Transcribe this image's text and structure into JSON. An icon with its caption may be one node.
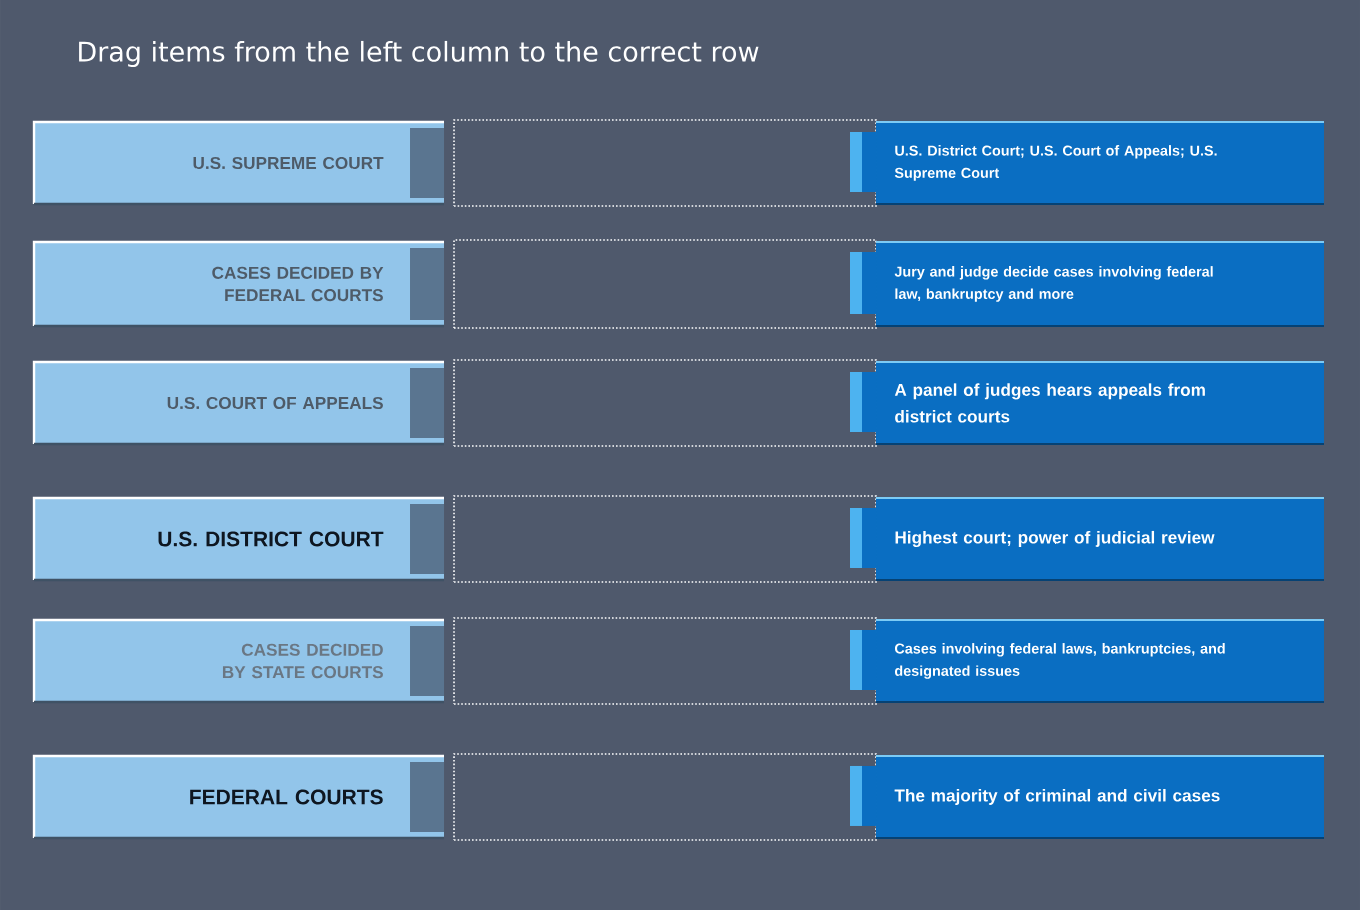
{
  "diagram": {
    "title": "Drag items from the left column to the correct row",
    "nodes": [
      {
        "text": [
          "U.S. SUPREME COURT"
        ]
      },
      {
        "text": [],
        "shape": "box"
      },
      {
        "text": [
          "U.S. District Court; U.S. Court of Appeals; U.S. Supreme Court"
        ]
      },
      {
        "text": [
          "CASES DECIDED BY FEDERAL COURTS"
        ]
      },
      {
        "text": [],
        "shape": "box"
      },
      {
        "text": [
          "Jury and judge decide cases involving federal law, bankruptcy and more"
        ]
      },
      {
        "text": [
          "U.S. COURT OF APPEALS"
        ]
      },
      {
        "text": [],
        "shape": "box"
      },
      {
        "text": [
          "A panel of judges hears appeals from district courts"
        ]
      },
      {
        "text": [
          "U.S. DISTRICT COURT"
        ]
      },
      {
        "text": [],
        "shape": "box"
      },
      {
        "text": [
          "Highest court; power of judicial review"
        ]
      },
      {
        "text": [
          "CASES DECIDED BY STATE COURTS"
        ]
      },
      {
        "text": [],
        "shape": "box"
      },
      {
        "text": [
          "Cases involving federal laws, bankruptcies, and designated issues"
        ]
      },
      {
        "text": [
          "FEDERAL COURTS"
        ]
      },
      {
        "text": [],
        "shape": "box"
      },
      {
        "text": [
          "The majority of criminal and civil cases"
        ]
      }
    ]
  }
}
